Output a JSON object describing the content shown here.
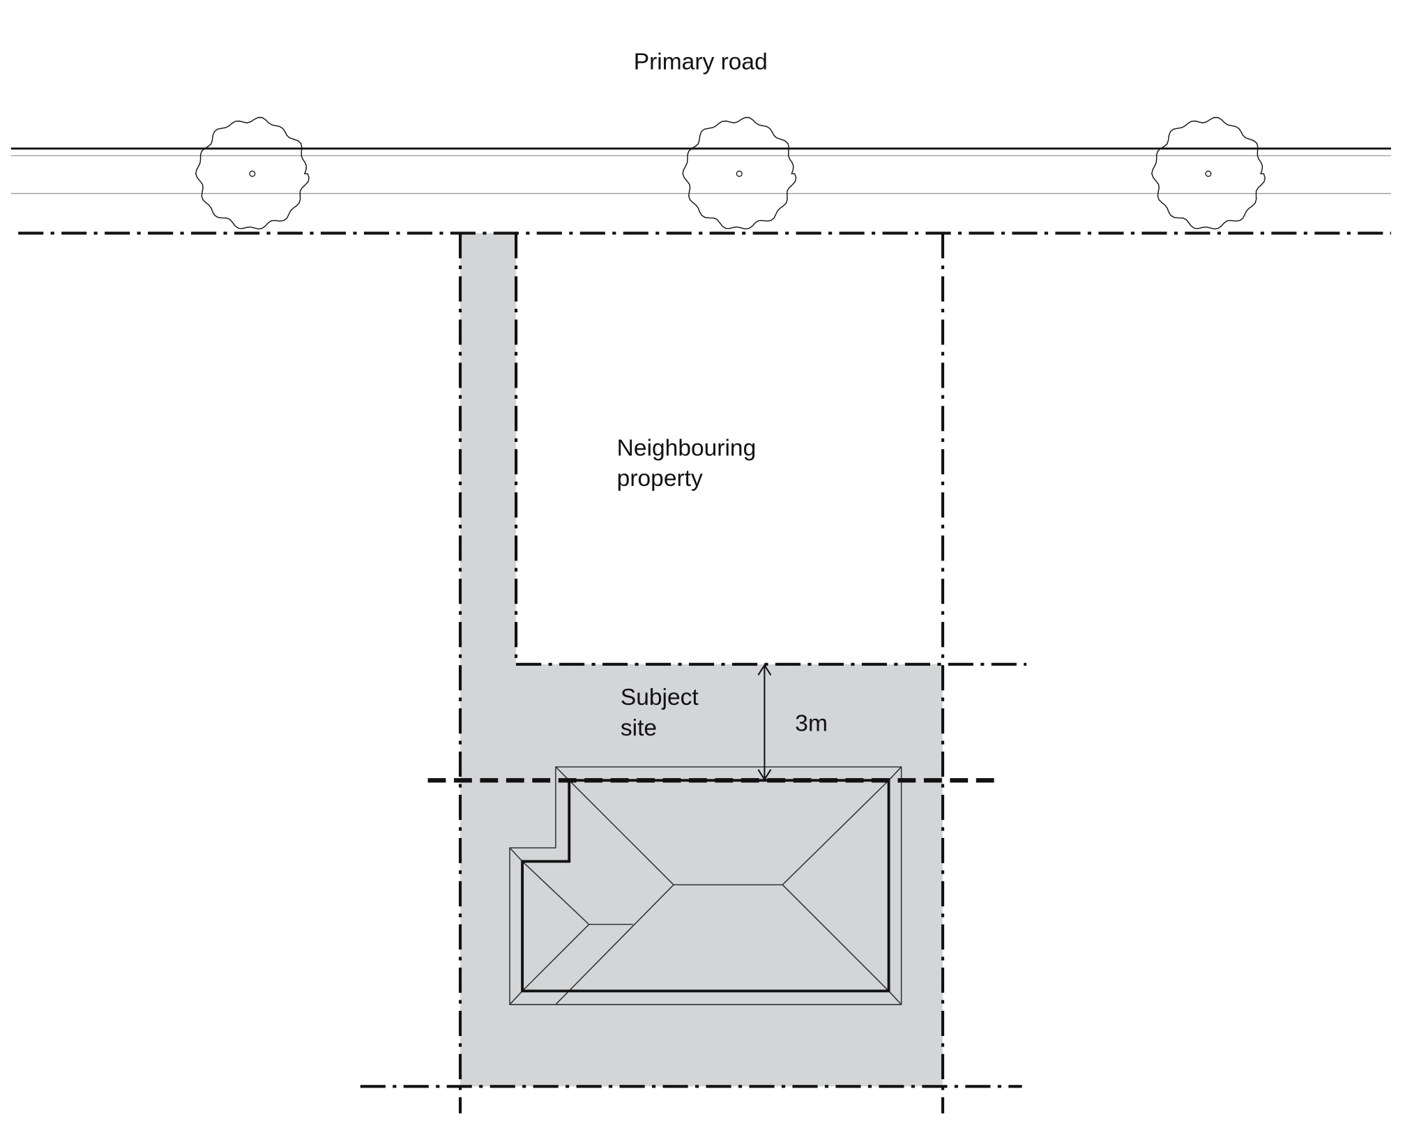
{
  "labels": {
    "road": "Primary road",
    "neighbour_line1": "Neighbouring",
    "neighbour_line2": "property",
    "subject_line1": "Subject",
    "subject_line2": "site",
    "setback": "3m"
  },
  "colors": {
    "site_fill": "#d4d5d7",
    "line": "#111111"
  },
  "trees": 3
}
